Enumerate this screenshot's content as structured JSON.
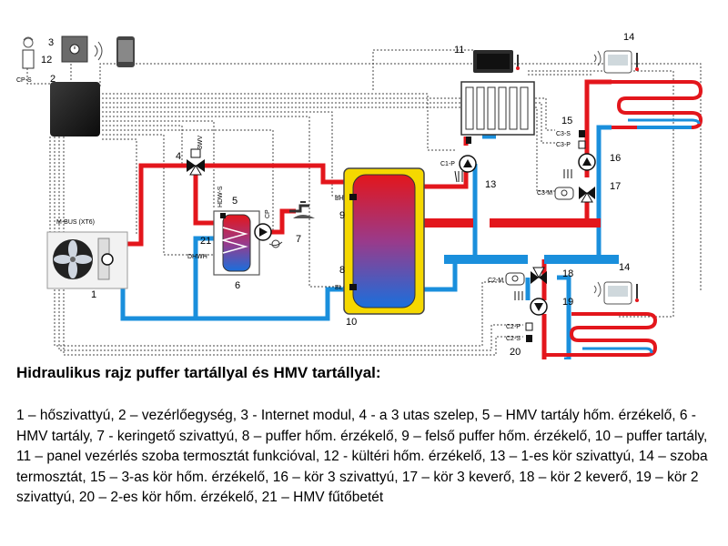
{
  "diagram": {
    "labels": {
      "n1": "1",
      "n2": "2",
      "n3": "3",
      "n4": "4",
      "n5": "5",
      "n6": "6",
      "n7": "7",
      "n8": "8",
      "n9": "9",
      "n10": "10",
      "n11": "11",
      "n12": "12",
      "n13": "13",
      "n14a": "14",
      "n14b": "14",
      "n15": "15",
      "n16": "16",
      "n17": "17",
      "n18": "18",
      "n19": "19",
      "n20": "20",
      "n21": "21",
      "cps": "CP-S",
      "mbus": "M-BUS (XT6)",
      "wv": "3WV",
      "hdws": "HDW-S",
      "cp": "CP",
      "dhwh": "DHWH",
      "bh": "BH",
      "bl": "BL",
      "c1p": "C1-P",
      "c3s": "C3-S",
      "c3p": "C3-P",
      "c3m": "C3-M",
      "c2m": "C2-M",
      "c2p": "C2-P",
      "c2s": "C2-S"
    }
  },
  "caption": {
    "title": "Hidraulikus rajz puffer tartállyal és HMV tartállyal:",
    "legend": "1 – hőszivattyú, 2 – vezérlőegység, 3 - Internet modul, 4 - a 3 utas szelep, 5 – HMV tartály hőm. érzékelő, 6 - HMV tartály, 7 - keringető szivattyú, 8 – puffer hőm. érzékelő, 9 – felső puffer hőm. érzékelő, 10 – puffer tartály, 11 – panel vezérlés szoba termosztát funkcióval, 12 - kültéri hőm. érzékelő, 13 – 1-es kör szivattyú, 14 – szoba termosztát, 15 – 3-as kör hőm. érzékelő, 16 – kör 3 szivattyú, 17 – kör 3 keverő, 18 – kör 2 keverő, 19 – kör 2 szivattyú, 20 – 2-es kör hőm. érzékelő, 21 – HMV fűtőbetét"
  },
  "colors": {
    "hot": "#e3161c",
    "cold": "#1a8fdc",
    "buffer": "#f5d800",
    "control": "#444444"
  }
}
